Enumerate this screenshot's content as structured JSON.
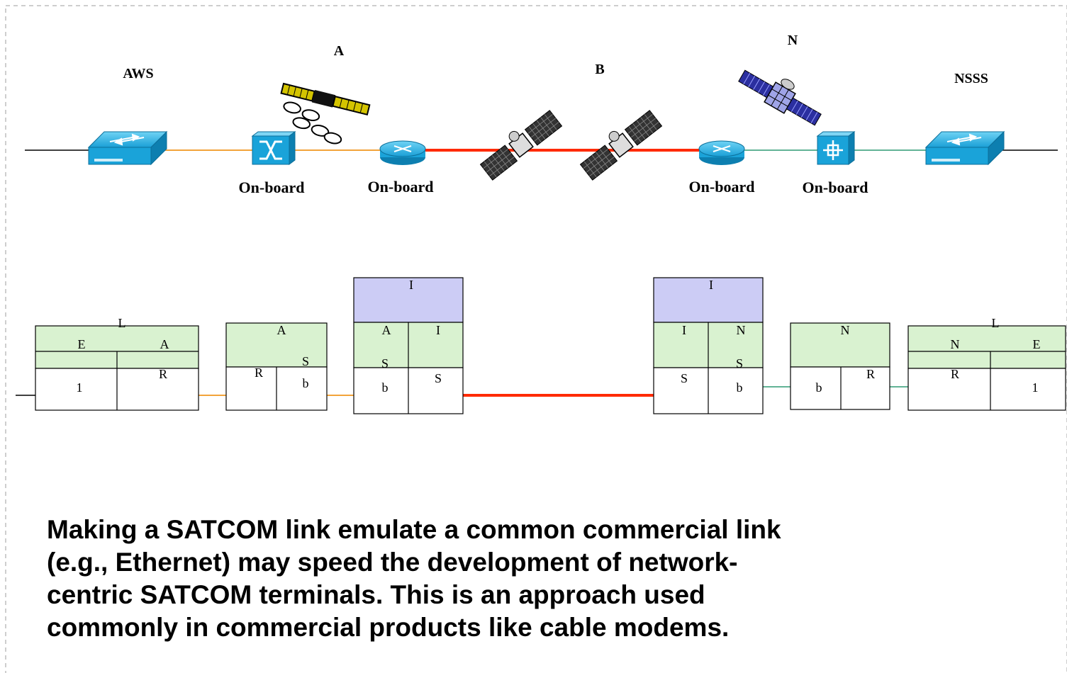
{
  "top_labels": {
    "aws": "AWS",
    "a": "A",
    "b": "B",
    "n": "N",
    "nsss": "NSSS"
  },
  "onboard_labels": [
    "On-board",
    "On-board",
    "On-board",
    "On-board"
  ],
  "stack_labels": {
    "s1": {
      "top": "L",
      "e": "E",
      "a": "A",
      "one": "1",
      "r": "R"
    },
    "s2": {
      "a": "A",
      "r": "R",
      "s": "S",
      "b": "b"
    },
    "s3": {
      "i_top": "I",
      "a": "A",
      "i": "I",
      "s_mid": "S",
      "b": "b",
      "s_right": "S"
    },
    "s4": {
      "i_top": "I",
      "i": "I",
      "n": "N",
      "s_left": "S",
      "s_mid": "S",
      "b": "b"
    },
    "s5": {
      "n": "N",
      "b": "b",
      "r": "R"
    },
    "s6": {
      "top": "L",
      "n": "N",
      "e": "E",
      "r": "R",
      "one": "1"
    }
  },
  "caption_lines": [
    "Making a SATCOM link emulate a common commercial link",
    "(e.g., Ethernet) may speed the development of network-",
    "centric SATCOM terminals.  This is an approach used",
    "commonly in commercial products like cable modems."
  ],
  "colors": {
    "green_fill": "#d9f2d0",
    "purple_fill": "#ccccf5",
    "orange_link": "#f2a33a",
    "red_link": "#ff2a00",
    "teal_link": "#2e9a73",
    "cisco_blue": "#1aa3d9",
    "border_dash": "#bdbdbd"
  },
  "icons": [
    "switch-icon",
    "atm-switch-icon",
    "router-icon",
    "satellite-icon",
    "layer3-switch-icon"
  ]
}
